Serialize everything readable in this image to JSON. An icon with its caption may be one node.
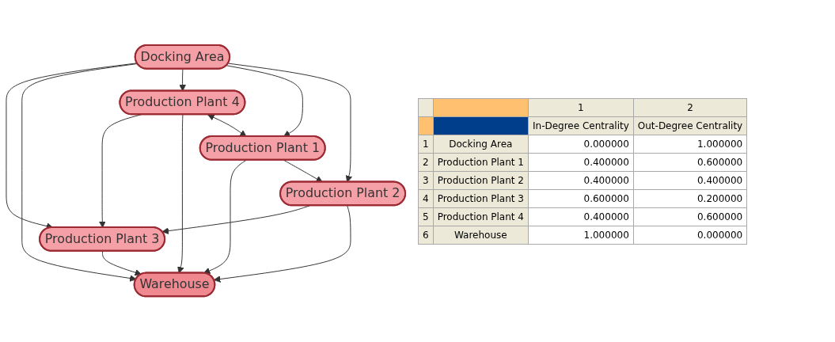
{
  "diagram": {
    "nodes": [
      {
        "text": [
          "Production Plant 4"
        ]
      },
      {
        "text": [
          "Warehouse"
        ]
      },
      {
        "text": [
          "Production Plant 3"
        ]
      },
      {
        "text": [
          "Production Plant 1"
        ]
      },
      {
        "text": [
          "Docking Area"
        ]
      },
      {
        "text": [
          "Production Plant 2"
        ]
      }
    ],
    "edges": [
      {
        "from": 0,
        "to": 2,
        "arrow": "to"
      },
      {
        "from": 0,
        "to": 1,
        "arrow": "to"
      },
      {
        "from": 0,
        "to": 3,
        "arrow": "both"
      },
      {
        "from": 2,
        "to": 1,
        "arrow": "to"
      },
      {
        "from": 3,
        "to": 1,
        "arrow": "to"
      },
      {
        "from": 4,
        "to": 2,
        "arrow": "to"
      },
      {
        "from": 4,
        "to": 1,
        "arrow": "to"
      },
      {
        "from": 4,
        "to": 0,
        "arrow": "to"
      },
      {
        "from": 4,
        "to": 3,
        "arrow": "to"
      },
      {
        "from": 4,
        "to": 5,
        "arrow": "to"
      },
      {
        "from": 3,
        "to": 5,
        "arrow": "to"
      },
      {
        "from": 5,
        "to": 2,
        "arrow": "to"
      },
      {
        "from": 5,
        "to": 1,
        "arrow": "to"
      }
    ],
    "labels": [
      "1",
      "2",
      "In-Degree Centrality",
      "Out-Degree Centrality",
      "1",
      "Docking Area",
      "0.000000",
      "1.000000",
      "2",
      "Production Plant 1",
      "0.400000",
      "0.600000",
      "3",
      "Production Plant 2",
      "0.400000",
      "0.400000",
      "4",
      "Production Plant 3",
      "0.600000",
      "0.200000",
      "5",
      "Production Plant 4",
      "0.400000",
      "0.600000",
      "6",
      "Warehouse",
      "1.000000",
      "0.000000"
    ]
  }
}
